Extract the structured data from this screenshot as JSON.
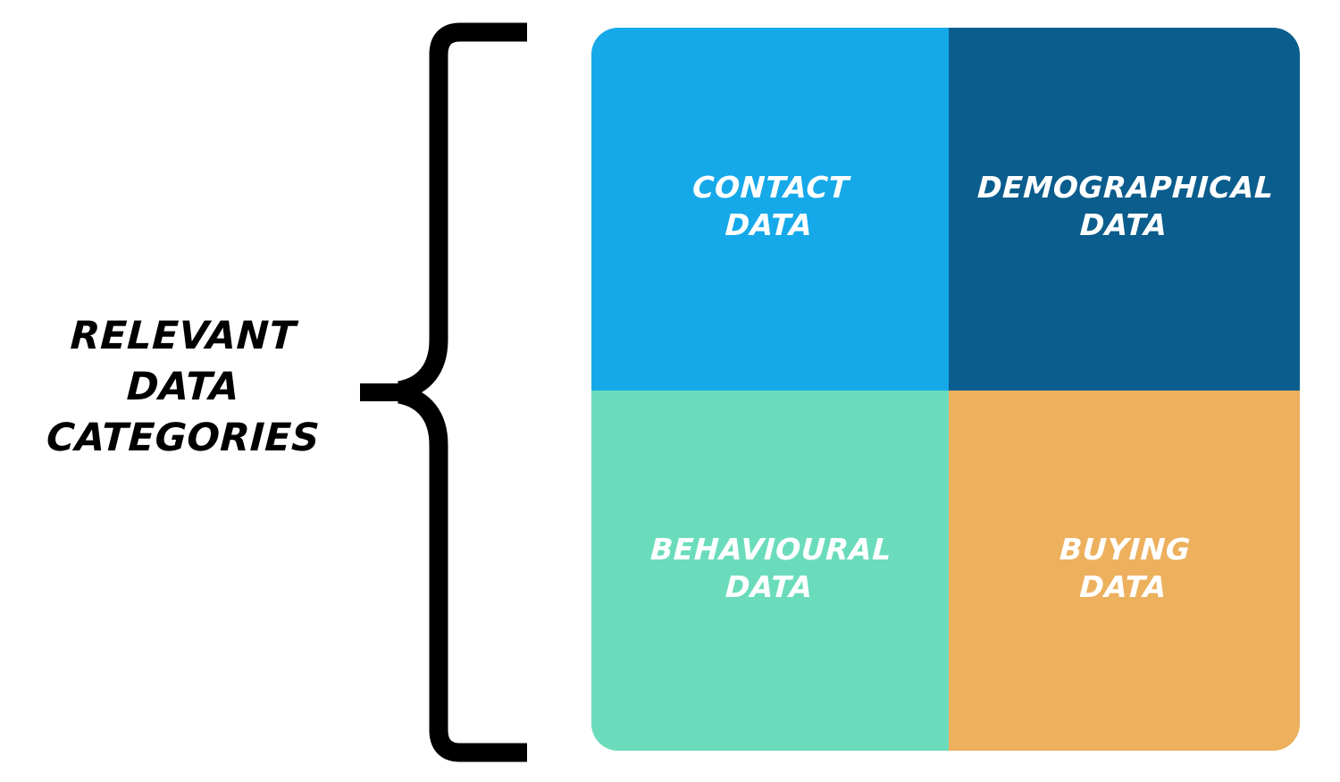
{
  "diagram": {
    "title_lines": [
      "RELEVANT",
      "DATA",
      "CATEGORIES"
    ],
    "brace": {
      "orientation": "left-pointing",
      "color": "#000000"
    },
    "quadrants": [
      {
        "id": "contact",
        "line1": "CONTACT",
        "line2": "DATA",
        "color": "#16A9EA",
        "text_color": "#FFFFFF",
        "position": "top-left"
      },
      {
        "id": "demographical",
        "line1": "DEMOGRAPHICAL",
        "line2": "DATA",
        "color": "#0A5D8C",
        "text_color": "#FFFFFF",
        "position": "top-right"
      },
      {
        "id": "behavioural",
        "line1": "BEHAVIOURAL",
        "line2": "DATA",
        "color": "#6BDCBB",
        "text_color": "#FFFFFF",
        "position": "bottom-left"
      },
      {
        "id": "buying",
        "line1": "BUYING",
        "line2": "DATA",
        "color": "#EDB05D",
        "text_color": "#FFFFFF",
        "position": "bottom-right"
      }
    ]
  }
}
